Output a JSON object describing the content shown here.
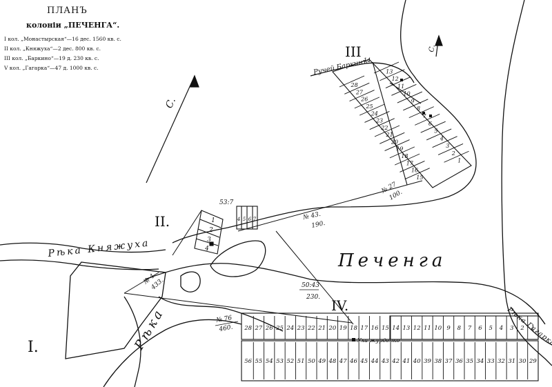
{
  "title": "ПЛАНЪ",
  "subtitle": "колоніи „ПЕЧЕНГА“.",
  "legend": [
    "I кол. „Монастырская“—16 дес. 1560 кв. с.",
    "II кол. „Княжуха“—2 дес. 800 кв. с.",
    "III кол. „Баркино“—19 д. 230 кв. с.",
    "V кол. „Гагарка“—47 д. 1000 кв. с."
  ],
  "colonies": {
    "I": "I.",
    "II": "II.",
    "III": "III",
    "IV": "IV."
  },
  "places": {
    "pechenga": "Печенга",
    "knyazhukha": "Рѣка Княжуха",
    "reka": "Рѣка",
    "gagarka": "Рѣка Гагарка",
    "barkino_stream": "Ручей Баркинъ",
    "ukhazhurdenko": "Уха журденко",
    "north_left": "С.",
    "north_right": "С."
  },
  "measures": {
    "m1": "№ 76",
    "m1b": "460.",
    "m2": "№ 4",
    "m2b": "433.",
    "m3": "50:43",
    "m3b": "230.",
    "m4": "№ 43.",
    "m4b": "190.",
    "m5": "№ 27",
    "m5b": "100.",
    "m6": "53:7"
  },
  "colony_III_left": [
    "28",
    "27",
    "26",
    "25",
    "24",
    "23",
    "22",
    "21",
    "20",
    "19",
    "18",
    "17",
    "16",
    "15"
  ],
  "colony_III_right": [
    "13",
    "12",
    "11",
    "10",
    "9",
    "8",
    "7",
    "6",
    "5",
    "4",
    "3",
    "2",
    "1"
  ],
  "colony_III_top": "14",
  "colony_II_plots": [
    "1",
    "2",
    "3",
    "4"
  ],
  "colony_II_block": [
    "4",
    "5",
    "6",
    "7"
  ],
  "colony_IV_upper": [
    "28",
    "27",
    "26",
    "25",
    "24",
    "23",
    "22",
    "21",
    "20",
    "19",
    "18",
    "17",
    "16",
    "15",
    "14",
    "13",
    "12",
    "11",
    "10",
    "9",
    "8",
    "7",
    "6",
    "5",
    "4",
    "3",
    "2",
    "1"
  ],
  "colony_IV_lower": [
    "56",
    "55",
    "54",
    "53",
    "52",
    "51",
    "50",
    "49",
    "48",
    "47",
    "46",
    "45",
    "44",
    "43",
    "42",
    "41",
    "40",
    "39",
    "38",
    "37",
    "36",
    "35",
    "34",
    "33",
    "32",
    "31",
    "30",
    "29"
  ],
  "colors": {
    "ink": "#111111",
    "paper": "#ffffff"
  }
}
